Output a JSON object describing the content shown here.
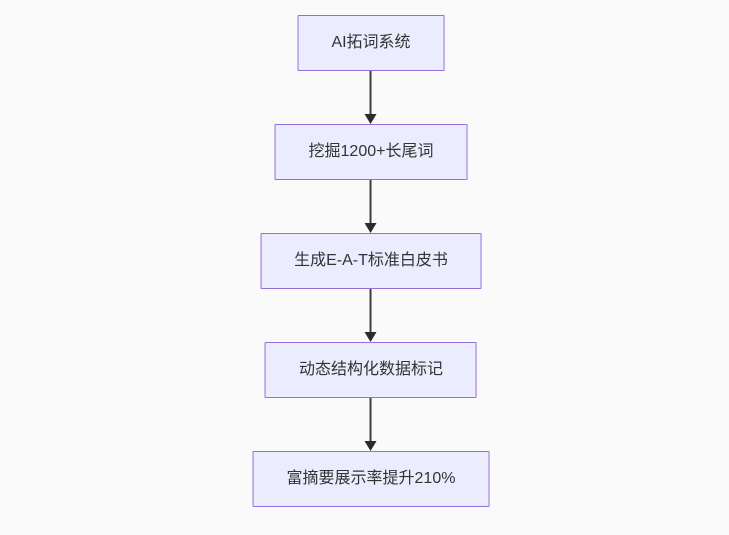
{
  "diagram": {
    "type": "flowchart",
    "direction": "top-down",
    "nodes": [
      {
        "id": "step-1",
        "label": "AI拓词系统"
      },
      {
        "id": "step-2",
        "label": "挖掘1200+长尾词"
      },
      {
        "id": "step-3",
        "label": "生成E-A-T标准白皮书"
      },
      {
        "id": "step-4",
        "label": "动态结构化数据标记"
      },
      {
        "id": "step-5",
        "label": "富摘要展示率提升210%"
      }
    ],
    "edges": [
      {
        "from": "step-1",
        "to": "step-2"
      },
      {
        "from": "step-2",
        "to": "step-3"
      },
      {
        "from": "step-3",
        "to": "step-4"
      },
      {
        "from": "step-4",
        "to": "step-5"
      }
    ],
    "colors": {
      "node_fill": "#ECECFF",
      "node_border": "#9370DB",
      "text": "#333333",
      "arrow": "#333333",
      "background": "#fafafa"
    }
  }
}
